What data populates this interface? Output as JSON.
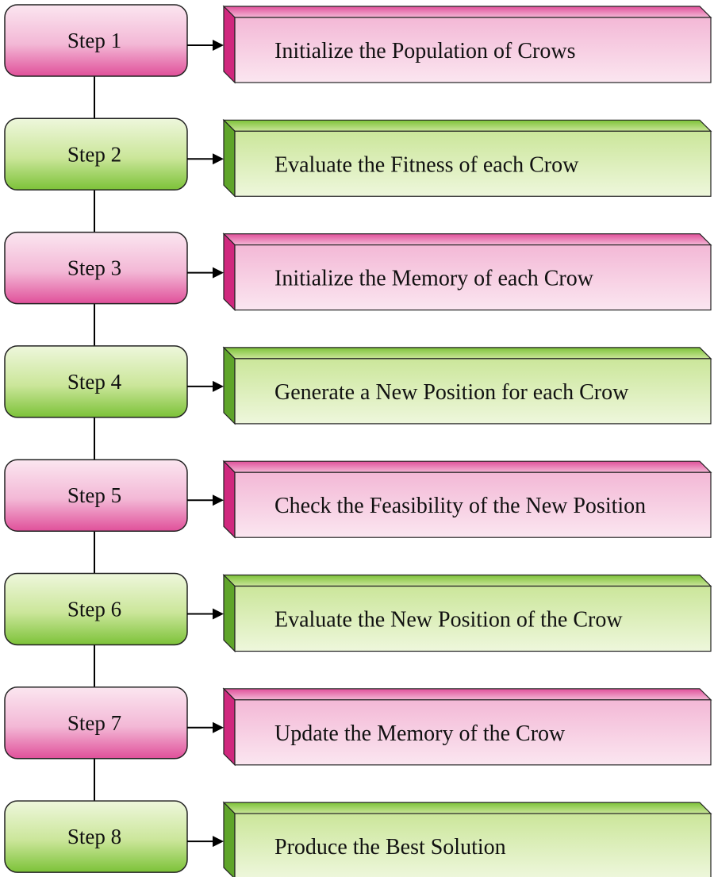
{
  "steps": [
    {
      "label": "Step 1",
      "description": "Initialize the Population of Crows",
      "color": "pink"
    },
    {
      "label": "Step 2",
      "description": "Evaluate the Fitness of each Crow",
      "color": "green"
    },
    {
      "label": "Step 3",
      "description": "Initialize the Memory of each Crow",
      "color": "pink"
    },
    {
      "label": "Step 4",
      "description": "Generate a New Position for each Crow",
      "color": "green"
    },
    {
      "label": "Step 5",
      "description": "Check the Feasibility of the New Position",
      "color": "pink"
    },
    {
      "label": "Step 6",
      "description": "Evaluate the New Position of the Crow",
      "color": "green"
    },
    {
      "label": "Step 7",
      "description": "Update the Memory of the Crow",
      "color": "pink"
    },
    {
      "label": "Step 8",
      "description": "Produce the Best Solution",
      "color": "green"
    }
  ],
  "palette": {
    "pink": {
      "light": "#fbe6f0",
      "mid": "#f3b8d6",
      "dark": "#e0509a",
      "side": "#d0287e"
    },
    "green": {
      "light": "#eef7dc",
      "mid": "#cbe69a",
      "dark": "#7cc238",
      "side": "#5fa52a"
    }
  }
}
